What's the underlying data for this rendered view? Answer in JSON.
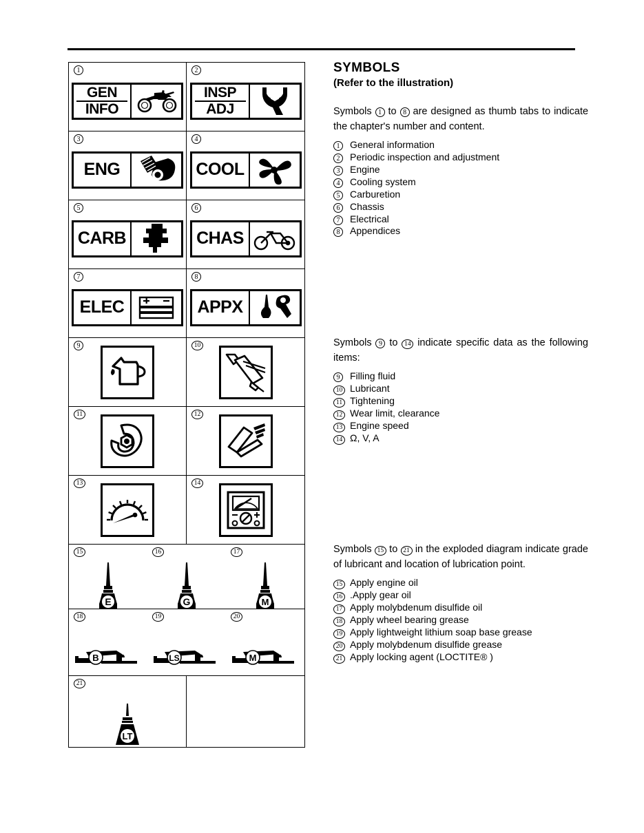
{
  "document": {
    "heading": "SYMBOLS",
    "subheading": "(Refer to the illustration)"
  },
  "sections": [
    {
      "id": "thumb-tabs",
      "intro_pre": "Symbols",
      "intro_from": "1",
      "intro_mid": "to",
      "intro_to": "8",
      "intro_post": "are designed as thumb tabs to indicate the chapter's number and content.",
      "items": [
        {
          "num": "1",
          "label": "General information"
        },
        {
          "num": "2",
          "label": "Periodic inspection and adjustment"
        },
        {
          "num": "3",
          "label": "Engine"
        },
        {
          "num": "4",
          "label": "Cooling system"
        },
        {
          "num": "5",
          "label": "Carburetion"
        },
        {
          "num": "6",
          "label": "Chassis"
        },
        {
          "num": "7",
          "label": "Electrical"
        },
        {
          "num": "8",
          "label": "Appendices"
        }
      ]
    },
    {
      "id": "specific-data",
      "intro_pre": "Symbols",
      "intro_from": "9",
      "intro_mid": "to",
      "intro_to": "14",
      "intro_post": "indicate specific data as the following items:",
      "items": [
        {
          "num": "9",
          "label": "Filling fluid"
        },
        {
          "num": "10",
          "label": "Lubricant"
        },
        {
          "num": "11",
          "label": "Tightening"
        },
        {
          "num": "12",
          "label": "Wear limit, clearance"
        },
        {
          "num": "13",
          "label": "Engine speed"
        },
        {
          "num": "14",
          "label": "Ω, V, A"
        }
      ]
    },
    {
      "id": "lubrication",
      "intro_pre": "Symbols",
      "intro_from": "15",
      "intro_mid": "to",
      "intro_to": "21",
      "intro_post": "in the exploded diagram indicate grade of lubricant and location of lubrication point.",
      "items": [
        {
          "num": "15",
          "label": "Apply engine oil"
        },
        {
          "num": "16",
          "label": ".Apply gear oil"
        },
        {
          "num": "17",
          "label": "Apply molybdenum disulfide oil"
        },
        {
          "num": "18",
          "label": "Apply wheel bearing grease"
        },
        {
          "num": "19",
          "label": "Apply lightweight lithium soap base grease"
        },
        {
          "num": "20",
          "label": "Apply molybdenum disulfide grease"
        },
        {
          "num": "21",
          "label": "Apply locking agent (LOCTITE® )"
        }
      ]
    }
  ],
  "symbol_grid": {
    "cells": [
      {
        "num": "1",
        "kind": "tab",
        "text_lines": [
          "GEN",
          "INFO"
        ],
        "icon": "motorcycle-offroad-icon"
      },
      {
        "num": "2",
        "kind": "tab",
        "text_lines": [
          "INSP",
          "ADJ"
        ],
        "icon": "wrench-nut-icon"
      },
      {
        "num": "3",
        "kind": "tab",
        "text_lines": [
          "ENG"
        ],
        "icon": "piston-icon"
      },
      {
        "num": "4",
        "kind": "tab",
        "text_lines": [
          "COOL"
        ],
        "icon": "fan-icon"
      },
      {
        "num": "5",
        "kind": "tab",
        "text_lines": [
          "CARB"
        ],
        "icon": "carburetor-icon"
      },
      {
        "num": "6",
        "kind": "tab",
        "text_lines": [
          "CHAS"
        ],
        "icon": "motorcycle-frame-icon"
      },
      {
        "num": "7",
        "kind": "tab",
        "text_lines": [
          "ELEC"
        ],
        "icon": "battery-icon"
      },
      {
        "num": "8",
        "kind": "tab",
        "text_lines": [
          "APPX"
        ],
        "icon": "funnel-tool-icon"
      },
      {
        "num": "9",
        "kind": "framed",
        "icon": "oil-can-drop-icon"
      },
      {
        "num": "10",
        "kind": "framed",
        "icon": "grease-gun-icon"
      },
      {
        "num": "11",
        "kind": "framed",
        "icon": "wrench-bolt-icon"
      },
      {
        "num": "12",
        "kind": "framed",
        "icon": "caliper-icon"
      },
      {
        "num": "13",
        "kind": "framed",
        "icon": "tachometer-icon"
      },
      {
        "num": "14",
        "kind": "framed",
        "icon": "multimeter-icon"
      },
      {
        "num": "15",
        "kind": "bottle",
        "letter": "E"
      },
      {
        "num": "16",
        "kind": "bottle",
        "letter": "G"
      },
      {
        "num": "17",
        "kind": "bottle",
        "letter": "M"
      },
      {
        "num": "18",
        "kind": "greasegun",
        "letter": "B"
      },
      {
        "num": "19",
        "kind": "greasegun",
        "letter": "LS"
      },
      {
        "num": "20",
        "kind": "greasegun",
        "letter": "M"
      },
      {
        "num": "21",
        "kind": "bottle-wide",
        "letter": "LT"
      }
    ]
  },
  "colors": {
    "ink": "#000000",
    "paper": "#ffffff"
  }
}
